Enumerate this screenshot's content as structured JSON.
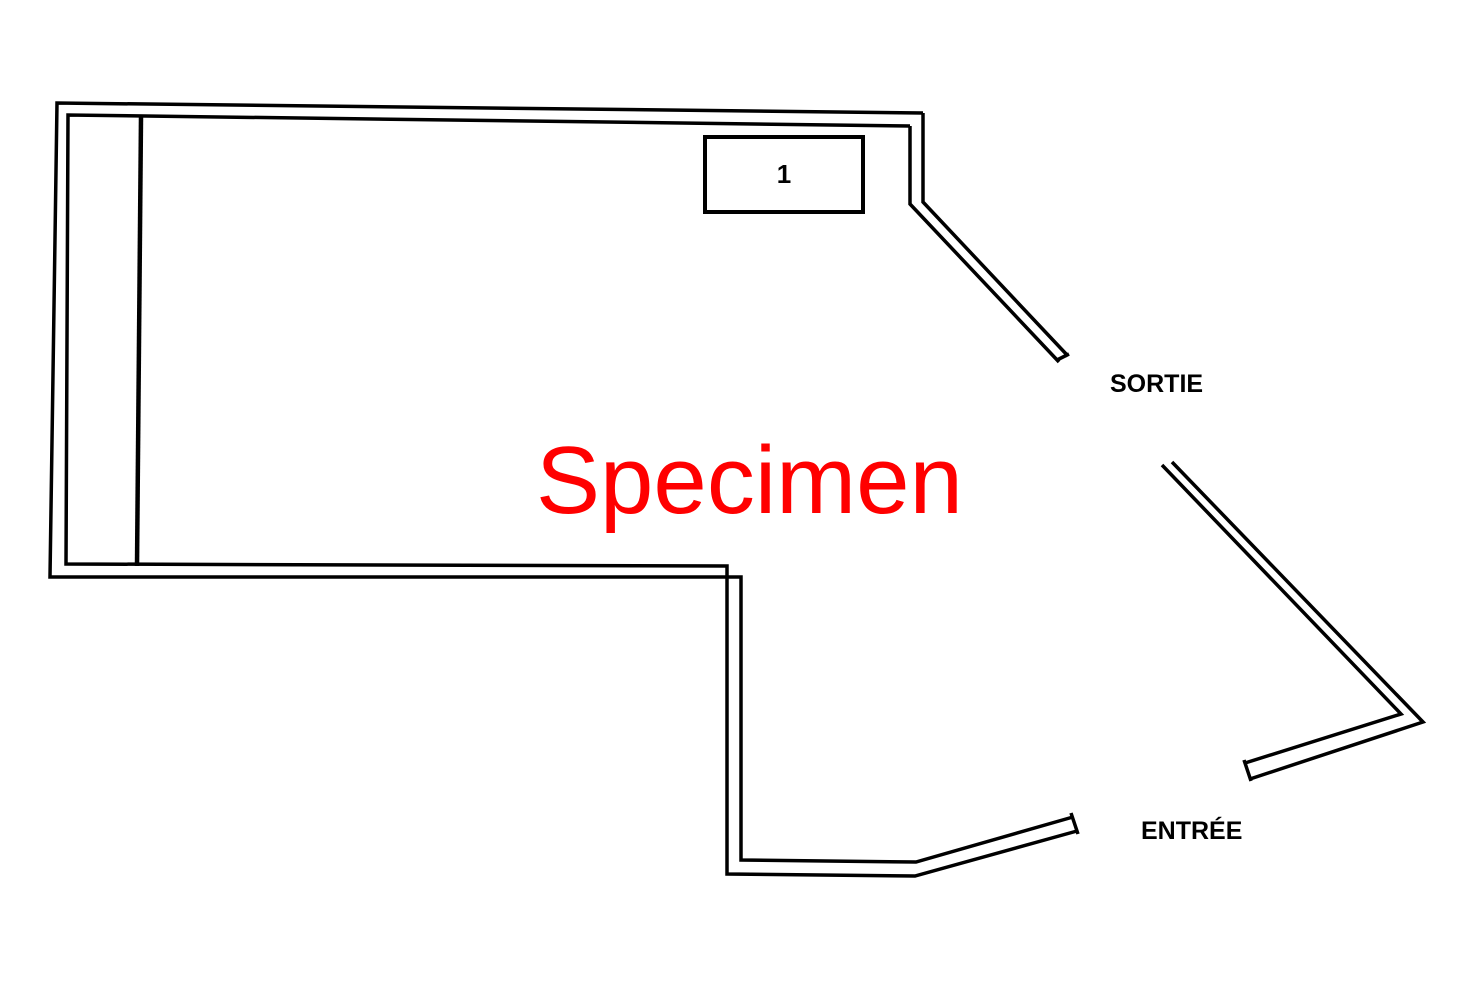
{
  "plan": {
    "stand_number": "1",
    "exit_label": "SORTIE",
    "entrance_label": "ENTRÉE"
  },
  "watermark": {
    "text": "Specimen",
    "color": "#ff0000"
  }
}
